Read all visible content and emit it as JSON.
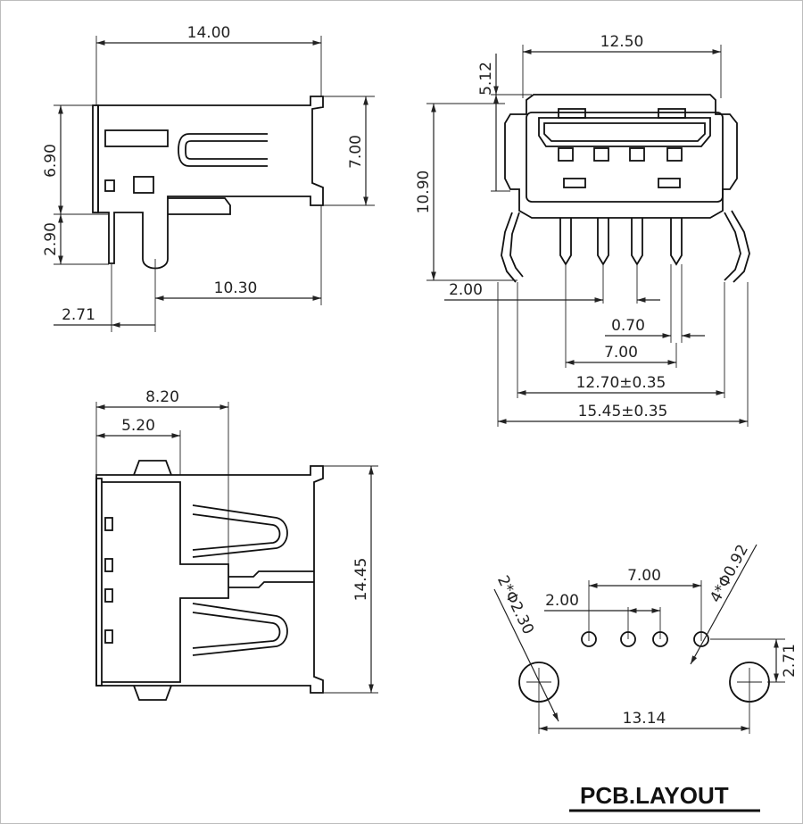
{
  "side_view": {
    "width": "14.00",
    "body_height": "6.90",
    "height_right": "7.00",
    "pin_length": "2.90",
    "peg_to_end": "10.30",
    "pin_offset": "2.71"
  },
  "front_view": {
    "width": "12.50",
    "top_height": "5.12",
    "total_height": "10.90",
    "leg_offset": "2.00",
    "pin_gap": "0.70",
    "pin_span": "7.00",
    "leg_span": "12.70±0.35",
    "overall_span": "15.45±0.35"
  },
  "top_view": {
    "width_a": "8.20",
    "width_b": "5.20",
    "length": "14.45"
  },
  "pcb_layout": {
    "title": "PCB.LAYOUT",
    "pin_span": "7.00",
    "pin_pitch": "2.00",
    "small_holes": "4*Φ0.92",
    "large_holes": "2*Φ2.30",
    "large_hole_span": "13.14",
    "vertical_offset": "2.71"
  }
}
